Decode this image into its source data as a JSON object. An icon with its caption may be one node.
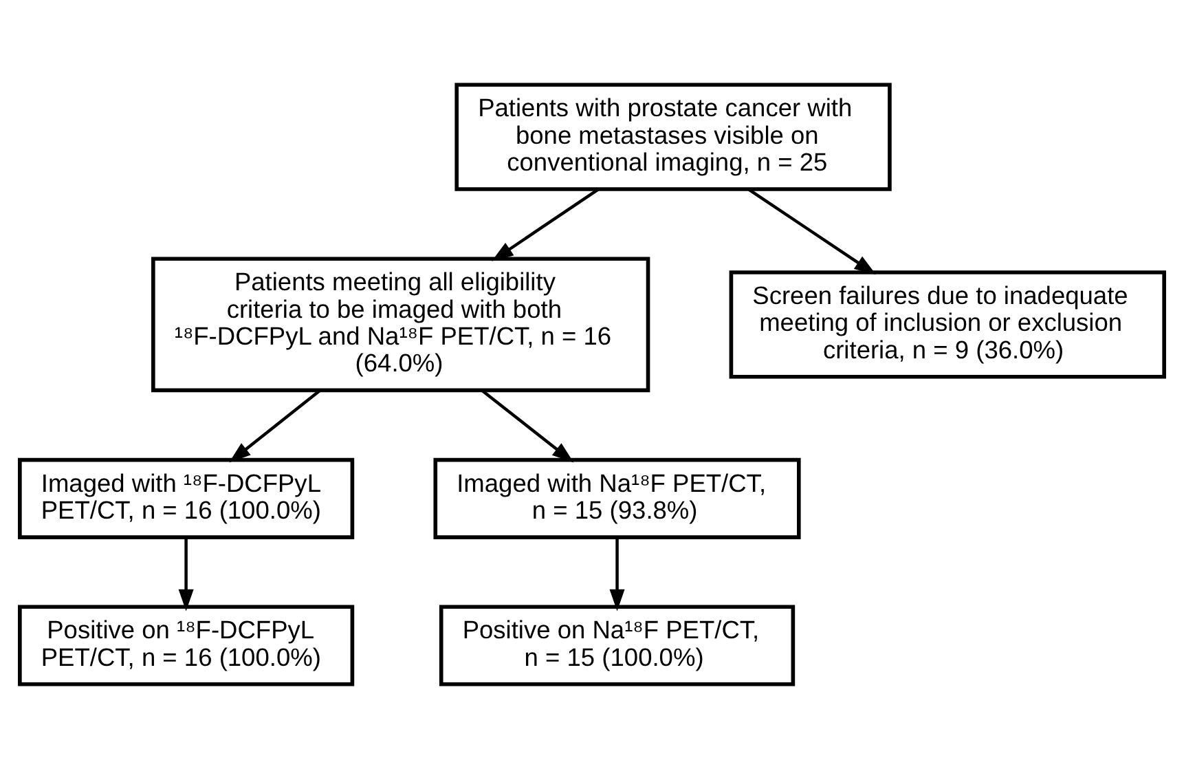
{
  "diagram": {
    "nodes": [
      {
        "text": [
          "Patients with prostate cancer with bone metastases visible on conventional imaging, n = 25"
        ]
      },
      {
        "text": [
          "Screen failures due to inadequate meeting of inclusion or exclusion criteria, n = 9 (36.0%)"
        ]
      },
      {
        "text": [
          "Patients meeting all eligibility criteria to be imaged with both ¹⁸F-DCFPyL and Na¹⁸F PET/CT, n = 16 (64.0%)"
        ]
      },
      {
        "text": [
          "Imaged with ¹⁸F-DCFPyL PET/CT, n = 16 (100.0%)"
        ]
      },
      {
        "text": [
          "Imaged with Na¹⁸F PET/CT, n = 15 (93.8%)"
        ]
      },
      {
        "text": [
          "Positive on ¹⁸F-DCFPyL PET/CT, n = 16 (100.0%)"
        ]
      },
      {
        "text": [
          "Positive on Na¹⁸F PET/CT, n = 15 (100.0%)"
        ]
      }
    ],
    "edges": [
      {
        "from": 0,
        "to": 2,
        "arrow": "to"
      },
      {
        "from": 0,
        "to": 1,
        "arrow": "to"
      },
      {
        "from": 2,
        "to": 3,
        "arrow": "to"
      },
      {
        "from": 2,
        "to": 4,
        "arrow": "to"
      },
      {
        "from": 3,
        "to": 5,
        "arrow": "to"
      },
      {
        "from": 4,
        "to": 6,
        "arrow": "to"
      }
    ]
  }
}
